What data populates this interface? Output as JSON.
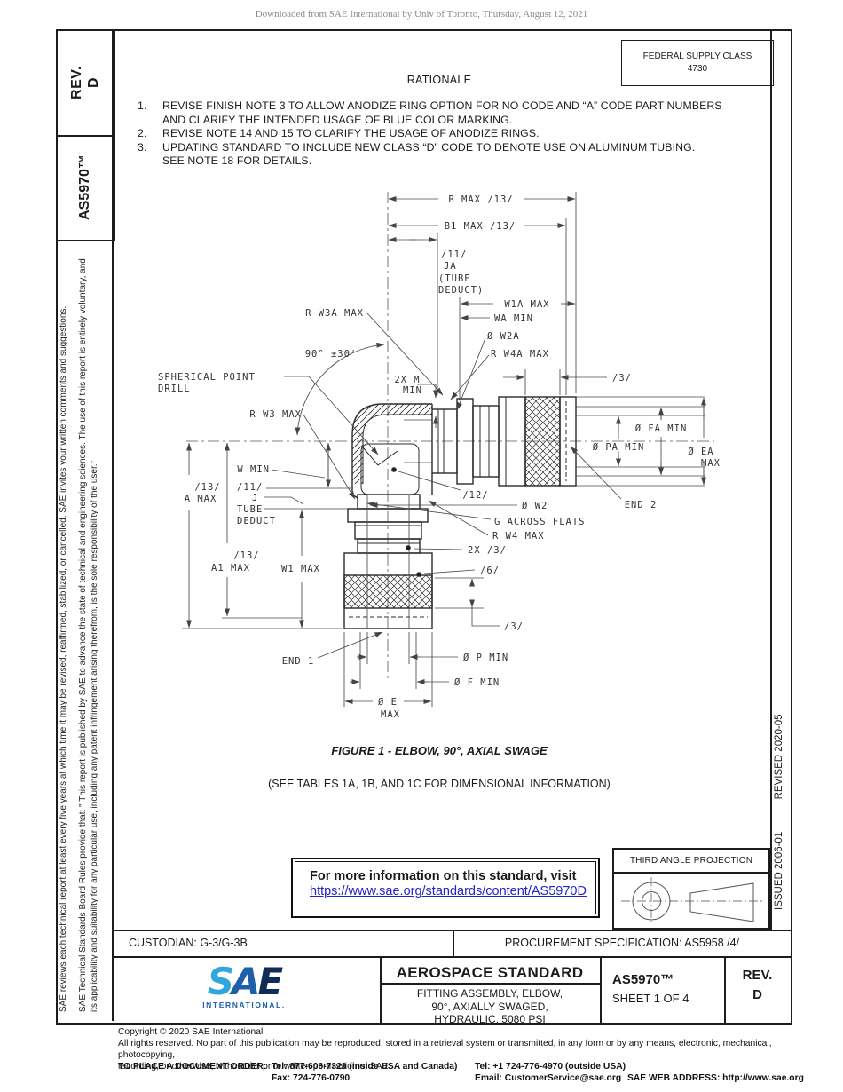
{
  "colors": {
    "link": "#2222cc",
    "logo_s": "#2fa7dc",
    "logo_a": "#1e5fa9",
    "logo_e": "#0d2d57",
    "ink": "#1c1c1c"
  },
  "watermark": "Downloaded from SAE International by Univ of Toronto, Thursday, August 12, 2021",
  "sidebar_left": {
    "rev": "REV.\nD",
    "doc_number": "AS5970™",
    "disclaimer_1": "SAE Technical Standards Board Rules provide that: \" This report is published by SAE to advance the state of technical and engineering sciences. The use of this report is entirely voluntary, and its applicability and suitability for any particular use, including any patent infringement arising therefrom, is the sole responsibility of the user.\"",
    "disclaimer_2": "SAE reviews each technical report at least every five years at which time it may be revised, reaffirmed, stabilized, or cancelled. SAE invites your written comments and suggestions."
  },
  "sidebar_right": {
    "issued": "ISSUED 2006-01",
    "revised": "REVISED 2020-05"
  },
  "header": {
    "fsc_label": "FEDERAL SUPPLY CLASS",
    "fsc_value": "4730"
  },
  "rationale": {
    "title": "RATIONALE",
    "items": [
      {
        "num": "1.",
        "text": "REVISE FINISH NOTE 3 TO ALLOW ANODIZE RING OPTION FOR NO CODE AND “A” CODE PART NUMBERS\nAND CLARIFY THE INTENDED USAGE OF BLUE COLOR MARKING."
      },
      {
        "num": "2.",
        "text": "REVISE NOTE 14 AND 15 TO CLARIFY THE USAGE OF ANODIZE RINGS."
      },
      {
        "num": "3.",
        "text": "UPDATING STANDARD TO INCLUDE NEW CLASS “D” CODE TO DENOTE USE ON ALUMINUM TUBING.\nSEE NOTE 18 FOR DETAILS."
      }
    ]
  },
  "figure": {
    "caption": "FIGURE 1 - ELBOW, 90°, AXIAL SWAGE",
    "subcaption": "(SEE TABLES 1A, 1B, AND 1C FOR DIMENSIONAL INFORMATION)",
    "drawing": {
      "labels": {
        "b_max": "B MAX /13/",
        "b1_max": "B1 MAX /13/",
        "ja_flag": "/11/",
        "ja": "JA",
        "ja_tube": "(TUBE",
        "ja_deduct": "DEDUCT)",
        "w1a_max": "W1A MAX",
        "wa_min": "WA MIN",
        "dia_w2a": "Ø W2A",
        "r_w4a_max": "R W4A MAX",
        "r_w3a_max": "R W3A MAX",
        "angle": "90° ±30'",
        "spherical_point": "SPHERICAL POINT",
        "drill": "DRILL",
        "m_2x": "2X M",
        "m_min": "MIN",
        "r_w3_max": "R W3 MAX",
        "w_min": "W MIN",
        "a_flag": "/13/",
        "a_max": "A MAX",
        "j_flag": "/11/",
        "j": "J",
        "j_tube": "TUBE",
        "j_deduct": "DEDUCT",
        "a1_flag": "/13/",
        "a1_max": "A1 MAX",
        "w1_max": "W1 MAX",
        "flag3_top": "/3/",
        "dia_fa_min": "Ø FA MIN",
        "dia_pa_min": "Ø PA MIN",
        "dia_ea": "Ø EA",
        "dia_ea_max": "MAX",
        "end_2": "END 2",
        "flag12": "/12/",
        "dia_w2": "Ø W2",
        "g_across_flats": "G ACROSS FLATS",
        "r_w4_max": "R W4 MAX",
        "flag3_2x": "2X /3/",
        "flag6": "/6/",
        "flag3_bot": "/3/",
        "end_1": "END 1",
        "dia_p_min": "Ø P MIN",
        "dia_f_min": "Ø F MIN",
        "dia_e": "Ø E",
        "dia_e_max": "MAX"
      }
    }
  },
  "info_box": {
    "line": "For more information on this standard, visit",
    "link": "https://www.sae.org/standards/content/AS5970D"
  },
  "projection_box": {
    "title": "THIRD ANGLE PROJECTION"
  },
  "title_block": {
    "custodian": "CUSTODIAN: G-3/G-3B",
    "procurement": "PROCUREMENT SPECIFICATION: AS5958 /4/",
    "logo": {
      "s": "S",
      "a": "A",
      "e": "E",
      "sub": "INTERNATIONAL."
    },
    "doc_type": "AEROSPACE STANDARD",
    "doc_title": "FITTING ASSEMBLY, ELBOW,\n90°, AXIALLY SWAGED,\nHYDRAULIC, 5080 PSI",
    "doc_number": "AS5970™",
    "sheet": "SHEET 1 OF 4",
    "rev_label": "REV.",
    "rev_value": "D"
  },
  "footer": {
    "copyright": "Copyright © 2020 SAE International",
    "rights": "All rights reserved. No part of this publication may be reproduced, stored in a retrieval system or transmitted, in any form or by any means, electronic, mechanical, photocopying,\nrecording, or otherwise, without the prior written permission of SAE.",
    "order_label": "TO PLACE A DOCUMENT ORDER:",
    "tel_inside": "Tel: 877-606-7323 (inside USA and Canada)",
    "tel_outside": "Tel: +1 724-776-4970 (outside USA)",
    "fax": "Fax: 724-776-0790",
    "email": "Email: CustomerService@sae.org",
    "web": "SAE WEB ADDRESS: http://www.sae.org"
  }
}
